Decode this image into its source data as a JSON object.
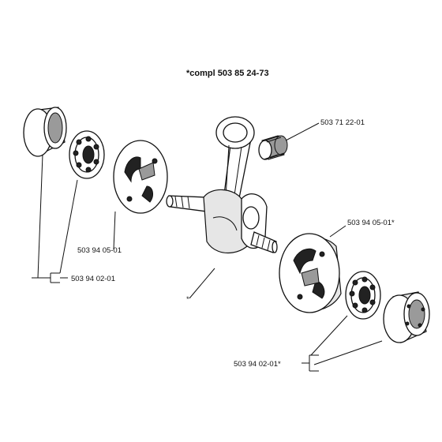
{
  "diagram": {
    "title": "*compl 503 85 24-73",
    "labels": {
      "needle_bearing": "503 71 22-01",
      "crank_half_left": "503 94 05-01",
      "bearing_left_pair": "503 94 02-01",
      "crank_half_right": "503 94 05-01*",
      "bearing_right_pair": "503 94 02-01*",
      "crankshaft_marker": "*"
    }
  }
}
